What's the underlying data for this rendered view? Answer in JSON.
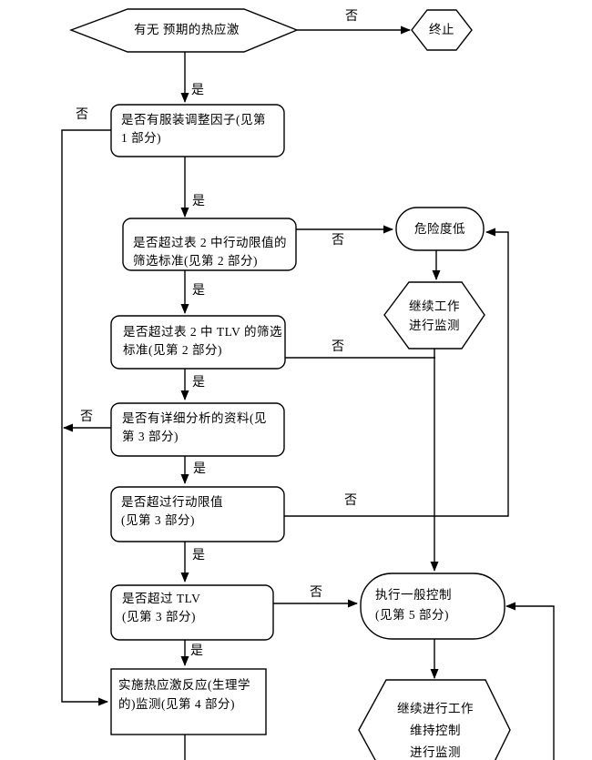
{
  "edge_labels": {
    "yes": "是",
    "no": "否"
  },
  "colors": {
    "line": "#000000",
    "background": "#ffffff",
    "text": "#000000"
  },
  "nodes": {
    "start": {
      "type": "decision-hexagon",
      "label": "有无 预期的热应激"
    },
    "terminate": {
      "type": "hexagon",
      "label": "终止"
    },
    "clothing_adjustment": {
      "type": "rounded-rect",
      "label": "是否有服装调整因子(见第\n1 部分)"
    },
    "action_limit_screening": {
      "type": "rounded-rect",
      "label": "是否超过表 2 中行动限值的\n筛选标准(见第 2 部分)"
    },
    "risk_low": {
      "type": "stadium",
      "label": "危险度低"
    },
    "tlv_screening": {
      "type": "rounded-rect",
      "label": "是否超过表 2 中 TLV 的筛选\n标准(见第 2 部分)"
    },
    "continue_work_monitor": {
      "type": "hexagon",
      "label": "继续工作\n进行监测"
    },
    "detailed_analysis_data": {
      "type": "rounded-rect",
      "label": "是否有详细分析的资料(见\n第 3 部分)"
    },
    "exceed_action_limit": {
      "type": "rounded-rect",
      "label": "是否超过行动限值\n(见第 3 部分)"
    },
    "exceed_tlv": {
      "type": "rounded-rect",
      "label": "是否超过 TLV\n(见第 3 部分)"
    },
    "general_controls": {
      "type": "stadium",
      "label": "执行一般控制\n(见第 5 部分)"
    },
    "continue_work_maintain": {
      "type": "hexagon",
      "label": "继续进行工作\n维持控制\n进行监测"
    },
    "physiological_monitoring": {
      "type": "rect",
      "label": "实施热应激反应(生理学\n的)监测(见第 4 部分)"
    }
  },
  "edges": [
    {
      "from": "start",
      "to": "terminate",
      "label": "否"
    },
    {
      "from": "start",
      "to": "clothing_adjustment",
      "label": "是"
    },
    {
      "from": "clothing_adjustment",
      "to": "physiological_monitoring",
      "label": "否"
    },
    {
      "from": "clothing_adjustment",
      "to": "action_limit_screening",
      "label": "是"
    },
    {
      "from": "action_limit_screening",
      "to": "risk_low",
      "label": "否"
    },
    {
      "from": "action_limit_screening",
      "to": "tlv_screening",
      "label": "是"
    },
    {
      "from": "risk_low",
      "to": "continue_work_monitor",
      "label": ""
    },
    {
      "from": "tlv_screening",
      "to": "general_controls",
      "label": "否"
    },
    {
      "from": "tlv_screening",
      "to": "detailed_analysis_data",
      "label": "是"
    },
    {
      "from": "continue_work_monitor",
      "to": "general_controls",
      "label": ""
    },
    {
      "from": "detailed_analysis_data",
      "to": "physiological_monitoring",
      "label": "否"
    },
    {
      "from": "detailed_analysis_data",
      "to": "exceed_action_limit",
      "label": "是"
    },
    {
      "from": "exceed_action_limit",
      "to": "risk_low",
      "label": "否"
    },
    {
      "from": "exceed_action_limit",
      "to": "exceed_tlv",
      "label": "是"
    },
    {
      "from": "exceed_tlv",
      "to": "general_controls",
      "label": "否"
    },
    {
      "from": "exceed_tlv",
      "to": "physiological_monitoring",
      "label": "是"
    },
    {
      "from": "general_controls",
      "to": "continue_work_maintain",
      "label": ""
    },
    {
      "from": "below-cut",
      "to": "general_controls",
      "label": ""
    }
  ]
}
